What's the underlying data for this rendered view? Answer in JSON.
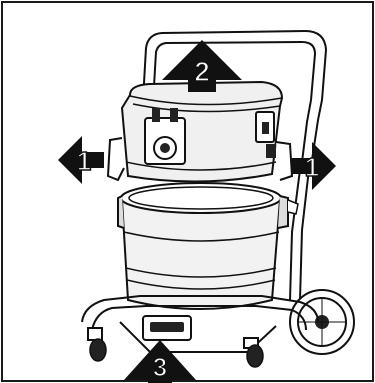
{
  "callouts": [
    {
      "id": "left",
      "label": "1",
      "direction": "left"
    },
    {
      "id": "right",
      "label": "1",
      "direction": "right"
    },
    {
      "id": "top",
      "label": "2",
      "direction": "up"
    },
    {
      "id": "bottom",
      "label": "3",
      "direction": "up"
    }
  ],
  "colors": {
    "background": "#ffffff",
    "border": "#1a1a1a",
    "line": "#111111",
    "arrow_fill": "#111111",
    "arrow_text": "#ffffff",
    "metal": "#e6e6e6",
    "dark": "#222222",
    "orange_accent": "#333333"
  }
}
